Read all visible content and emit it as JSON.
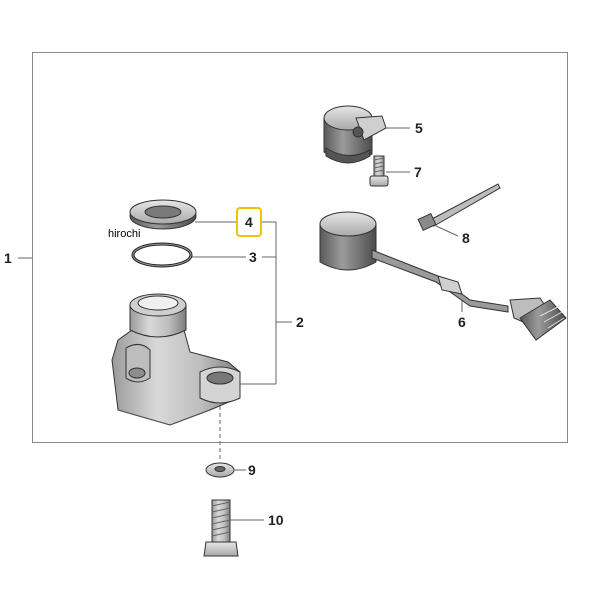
{
  "watermark": "hirochi",
  "highlight_color": "#f2c200",
  "callouts": {
    "c1": "1",
    "c2": "2",
    "c3": "3",
    "c4": "4",
    "c5": "5",
    "c6": "6",
    "c7": "7",
    "c8": "8",
    "c9": "9",
    "c10": "10"
  }
}
